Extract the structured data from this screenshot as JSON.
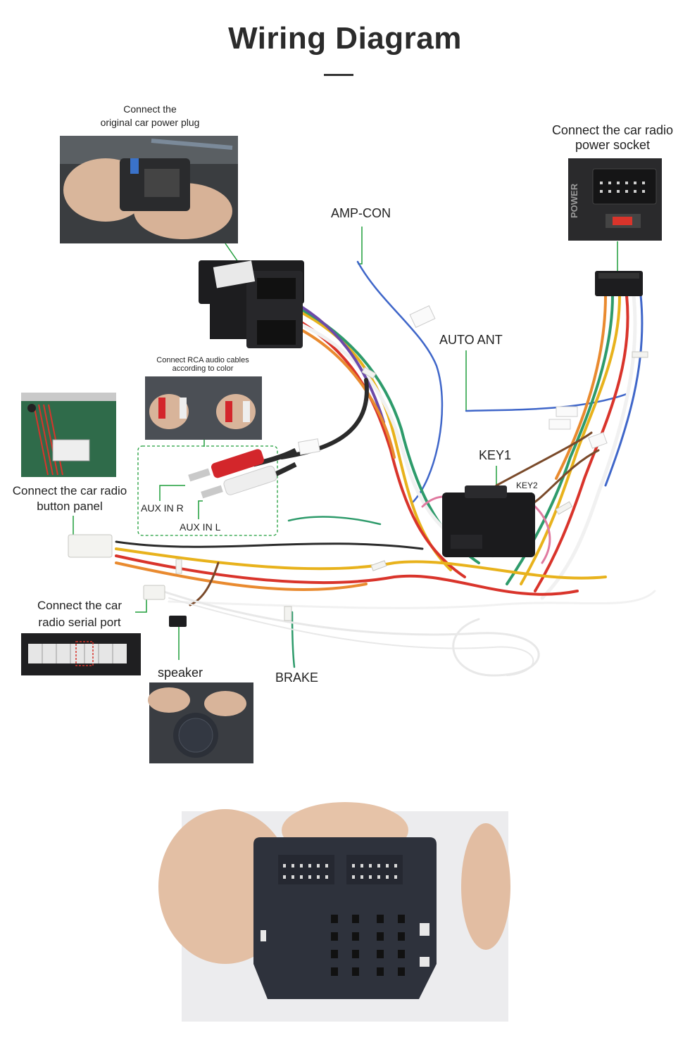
{
  "page": {
    "title": "Wiring Diagram"
  },
  "labels": {
    "original_plug": "Connect the\noriginal car power plug",
    "radio_power_socket": "Connect the car radio\npower socket",
    "amp_con": "AMP-CON",
    "auto_ant": "AUTO ANT",
    "rca_note": "Connect RCA audio cables\naccording to color",
    "button_panel": "Connect the car radio\nbutton panel",
    "aux_r": "AUX IN R",
    "aux_l": "AUX IN L",
    "key1": "KEY1",
    "key2": "KEY2",
    "serial_port": "Connect the car\nradio  serial port",
    "speaker": "speaker",
    "brake": "BRAKE",
    "power_text": "POWER"
  },
  "colors": {
    "leader_line": "#1f9d3a",
    "wire_red": "#d9342b",
    "wire_yellow": "#e8b21c",
    "wire_blue": "#3f66c9",
    "wire_green": "#2e9b6b",
    "wire_white": "#f1f1f1",
    "wire_black": "#2b2b2b",
    "wire_orange": "#e98a2f",
    "wire_brown": "#7a4a2a",
    "wire_pink": "#e07aa0",
    "wire_purple": "#6c4aa8",
    "connector_black": "#1d1d1f",
    "connector_white": "#f3f3f0",
    "rca_red": "#d3262b"
  }
}
